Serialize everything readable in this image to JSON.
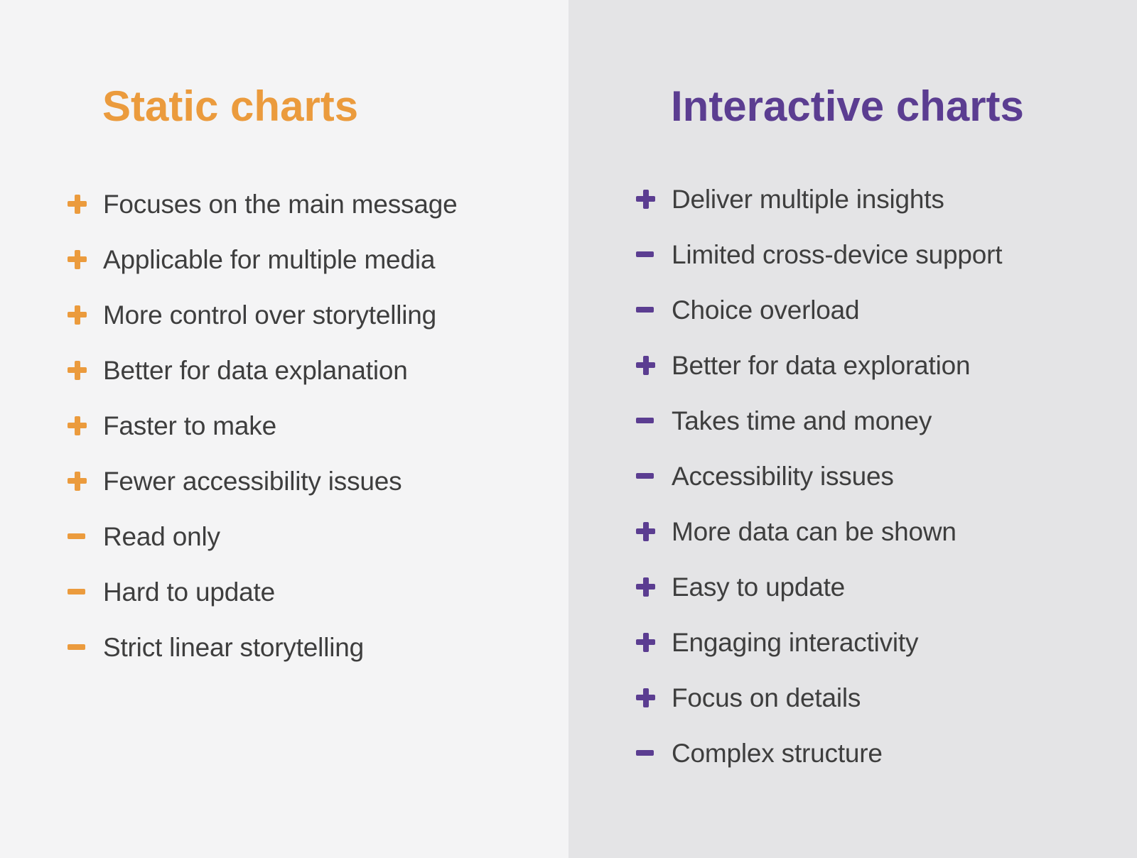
{
  "page": {
    "left_background": "#f4f4f5",
    "right_background": "#e4e4e6",
    "item_text_color": "#3e3e3e"
  },
  "columns": [
    {
      "title": "Static charts",
      "accent_color": "#eb9b3d",
      "items": [
        {
          "marker": "plus",
          "label": "Focuses on the main message"
        },
        {
          "marker": "plus",
          "label": "Applicable for multiple media"
        },
        {
          "marker": "plus",
          "label": "More control over storytelling"
        },
        {
          "marker": "plus",
          "label": "Better for data explanation"
        },
        {
          "marker": "plus",
          "label": "Faster to make"
        },
        {
          "marker": "plus",
          "label": "Fewer accessibility issues"
        },
        {
          "marker": "minus",
          "label": "Read only"
        },
        {
          "marker": "minus",
          "label": "Hard to update"
        },
        {
          "marker": "minus",
          "label": "Strict linear storytelling"
        }
      ]
    },
    {
      "title": "Interactive charts",
      "accent_color": "#5b3d91",
      "items": [
        {
          "marker": "plus",
          "label": "Deliver multiple insights"
        },
        {
          "marker": "minus",
          "label": "Limited cross-device support"
        },
        {
          "marker": "minus",
          "label": "Choice overload"
        },
        {
          "marker": "plus",
          "label": "Better for data exploration"
        },
        {
          "marker": "minus",
          "label": "Takes time and money"
        },
        {
          "marker": "minus",
          "label": "Accessibility issues"
        },
        {
          "marker": "plus",
          "label": "More data can be shown"
        },
        {
          "marker": "plus",
          "label": "Easy to update"
        },
        {
          "marker": "plus",
          "label": "Engaging interactivity"
        },
        {
          "marker": "plus",
          "label": "Focus on details"
        },
        {
          "marker": "minus",
          "label": "Complex structure"
        }
      ]
    }
  ]
}
